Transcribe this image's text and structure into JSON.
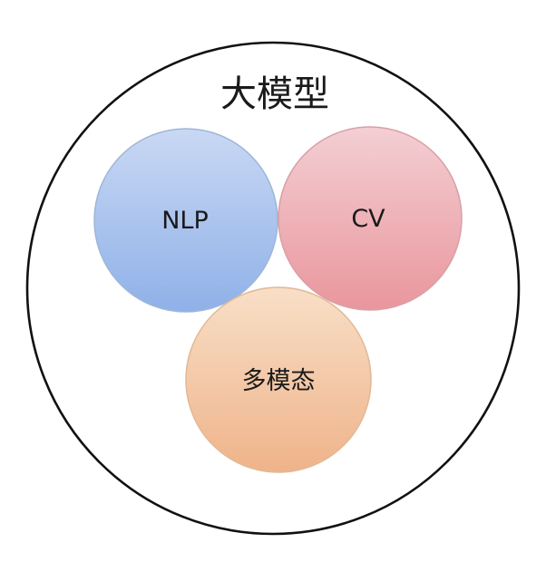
{
  "diagram": {
    "outer": {
      "label": "大模型",
      "stroke_color": "#111111"
    },
    "nodes": [
      {
        "id": "nlp",
        "label": "NLP",
        "color_top": "#c9d8f4",
        "color_bottom": "#8fb1e8",
        "stroke_color": "#9fb6d8"
      },
      {
        "id": "cv",
        "label": "CV",
        "color_top": "#f3cfd3",
        "color_bottom": "#e9969d",
        "stroke_color": "#d9a0a6"
      },
      {
        "id": "multimodal",
        "label": "多模态",
        "color_top": "#f8dfc7",
        "color_bottom": "#efb38a",
        "stroke_color": "#e2b996"
      }
    ]
  }
}
